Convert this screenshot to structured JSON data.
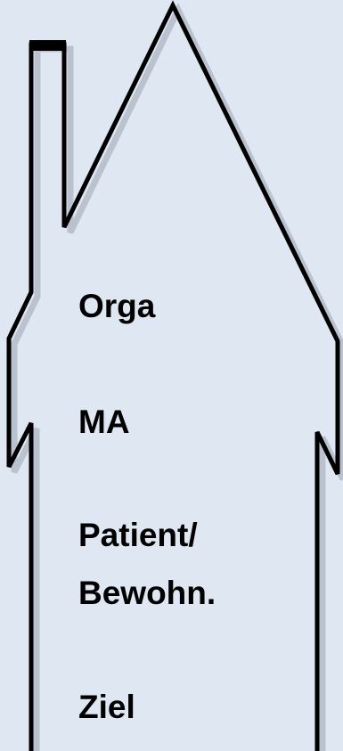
{
  "diagram": {
    "levels": [
      {
        "label": "Orga"
      },
      {
        "label": "MA"
      },
      {
        "label": "Patient/",
        "label_line2": "Bewohn."
      },
      {
        "label": "Ziel"
      }
    ]
  },
  "colors": {
    "background": "#dfe7f2",
    "outline": "#000000",
    "shadow": "#b9c2ce",
    "text": "#000000"
  },
  "icons": {
    "house": "house-outline-icon"
  }
}
